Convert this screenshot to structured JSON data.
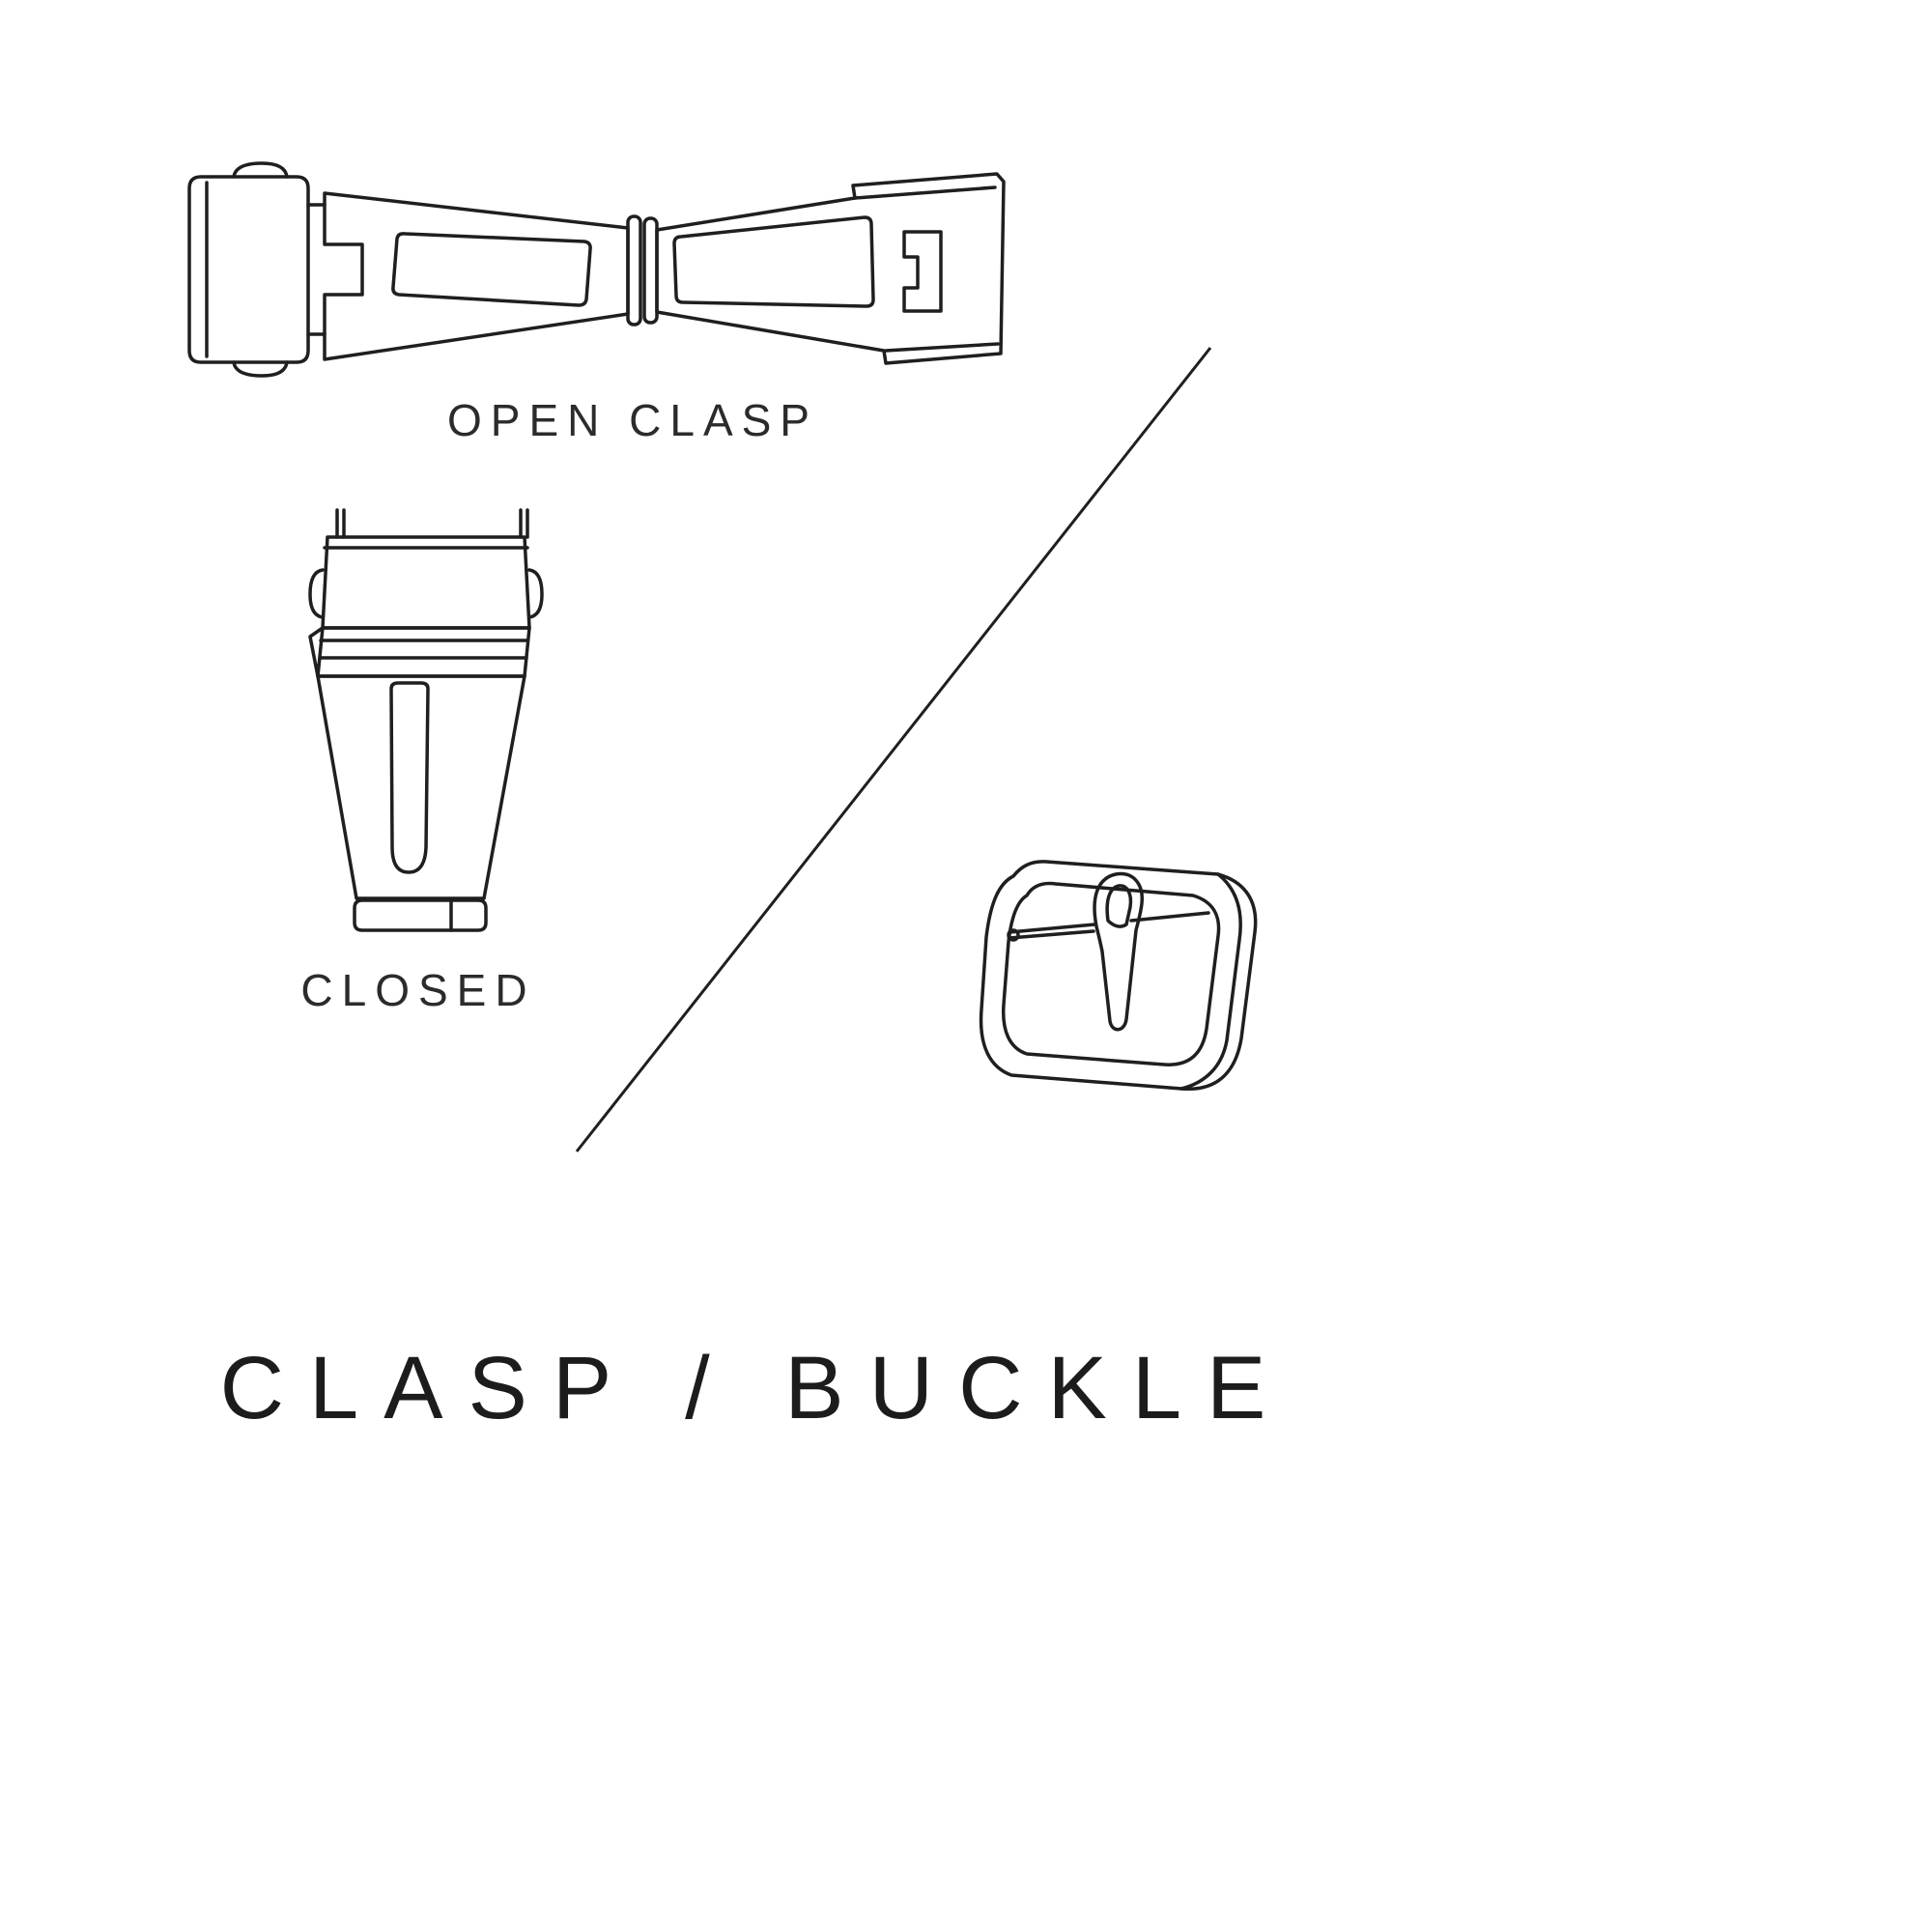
{
  "page": {
    "title": "CLASP / BUCKLE"
  },
  "figures": {
    "open_clasp": {
      "label": "OPEN CLASP",
      "icon": "open-clasp-illustration"
    },
    "closed_clasp": {
      "label": "CLOSED",
      "icon": "closed-clasp-illustration"
    },
    "buckle": {
      "icon": "buckle-illustration"
    }
  },
  "colors": {
    "background": "#ffffff",
    "line": "#1f1f1f",
    "label_text": "#2b2b2b",
    "title_text": "#1c1c1c"
  }
}
